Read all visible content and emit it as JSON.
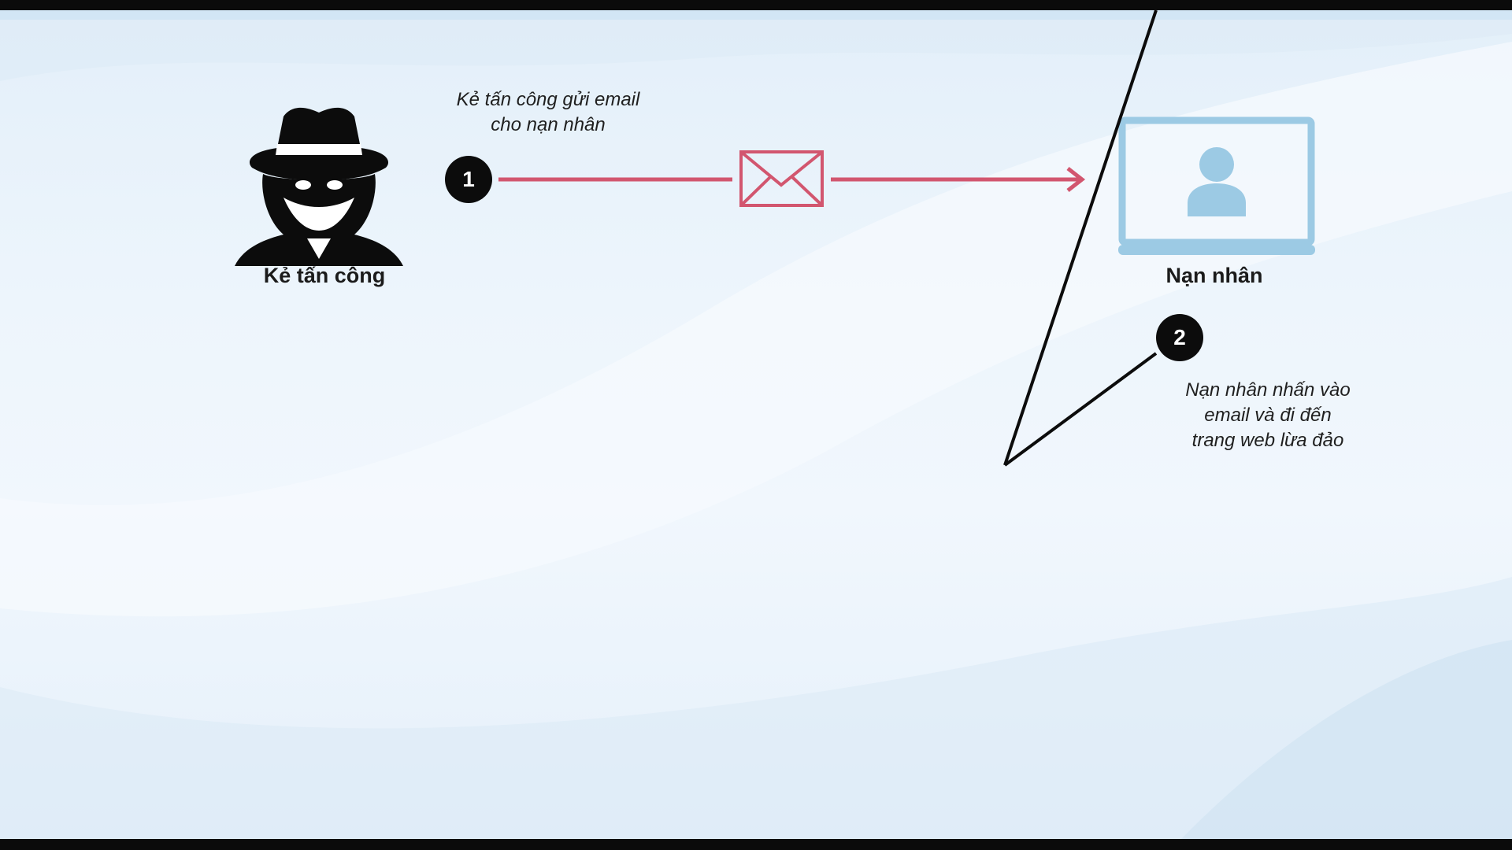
{
  "attacker": {
    "label": "Kẻ tấn công",
    "icon": "hacker-icon"
  },
  "victim": {
    "label": "Nạn nhân",
    "icon": "laptop-user-icon"
  },
  "step1": {
    "number": "1",
    "caption_lines": [
      "Kẻ tấn công gửi email",
      "cho nạn nhân"
    ]
  },
  "step2": {
    "number": "2",
    "caption_lines": [
      "Nạn nhân nhấn vào",
      "email và đi đến",
      "trang web lừa đảo"
    ]
  },
  "email_icon": "envelope-icon",
  "colors": {
    "arrow": "#d2566f",
    "victim_icon": "#9ccae4",
    "badge": "#0c0c0c",
    "background": "#eaf3fb"
  }
}
